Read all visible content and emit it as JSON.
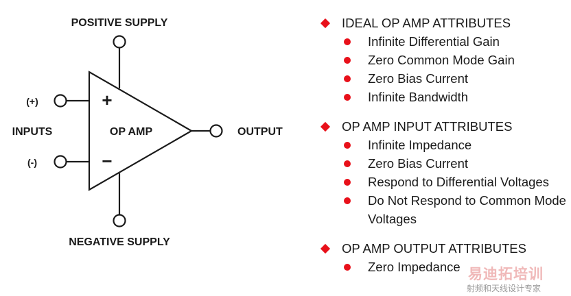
{
  "diagram": {
    "triangle_label": "OP AMP",
    "plus_sign": "+",
    "minus_sign": "−",
    "positive_supply": "POSITIVE SUPPLY",
    "negative_supply": "NEGATIVE SUPPLY",
    "plus_input": "(+)",
    "minus_input": "(-)",
    "inputs": "INPUTS",
    "output": "OUTPUT"
  },
  "attributes": {
    "ideal": {
      "title": "IDEAL OP AMP ATTRIBUTES",
      "items": [
        "Infinite Differential Gain",
        "Zero Common Mode Gain",
        "Zero Bias Current",
        "Infinite Bandwidth"
      ]
    },
    "input": {
      "title": "OP AMP INPUT ATTRIBUTES",
      "items": [
        "Infinite Impedance",
        "Zero Bias Current",
        "Respond to Differential Voltages",
        "Do Not Respond to Common Mode Voltages"
      ]
    },
    "output": {
      "title": "OP AMP OUTPUT ATTRIBUTES",
      "items": [
        "Zero Impedance"
      ]
    }
  },
  "watermark": {
    "brand": "易迪拓培训",
    "subtitle": "射频和天线设计专家"
  },
  "colors": {
    "bullet": "#e8101a",
    "line": "#1a1a1a",
    "watermark_brand": "#f0b9b9"
  }
}
